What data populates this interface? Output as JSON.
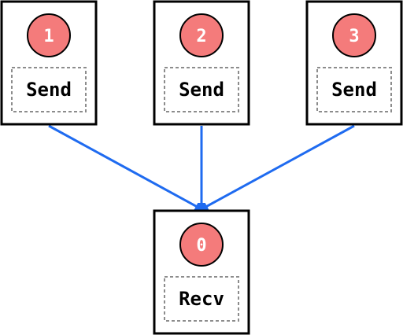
{
  "colors": {
    "rank_fill": "#f47b7b",
    "arrow": "#1f6bf0"
  },
  "nodes": [
    {
      "rank": "1",
      "op": "Send"
    },
    {
      "rank": "2",
      "op": "Send"
    },
    {
      "rank": "3",
      "op": "Send"
    },
    {
      "rank": "0",
      "op": "Recv"
    }
  ],
  "edges": [
    {
      "from": "1",
      "to": "0"
    },
    {
      "from": "2",
      "to": "0"
    },
    {
      "from": "3",
      "to": "0"
    }
  ]
}
